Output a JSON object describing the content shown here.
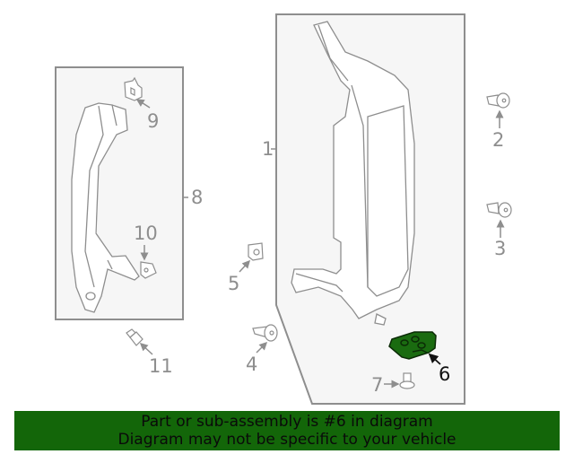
{
  "diagram": {
    "highlight_color": "#1a6b10",
    "line_color": "#8e8e8e",
    "panel_fill": "#f6f6f6",
    "callouts": [
      {
        "id": "1",
        "label": "1",
        "part": "main-panel-assembly"
      },
      {
        "id": "2",
        "label": "2",
        "part": "screw"
      },
      {
        "id": "3",
        "label": "3",
        "part": "screw"
      },
      {
        "id": "4",
        "label": "4",
        "part": "screw"
      },
      {
        "id": "5",
        "label": "5",
        "part": "clip"
      },
      {
        "id": "6",
        "label": "6",
        "part": "bracket",
        "highlighted": true
      },
      {
        "id": "7",
        "label": "7",
        "part": "bolt"
      },
      {
        "id": "8",
        "label": "8",
        "part": "grab-handle-assembly"
      },
      {
        "id": "9",
        "label": "9",
        "part": "clip"
      },
      {
        "id": "10",
        "label": "10",
        "part": "nut"
      },
      {
        "id": "11",
        "label": "11",
        "part": "bumper"
      }
    ]
  },
  "banner": {
    "line1": "Part or sub-assembly is #6 in diagram",
    "line2": "Diagram may not be specific to your vehicle",
    "background": "#136609"
  }
}
